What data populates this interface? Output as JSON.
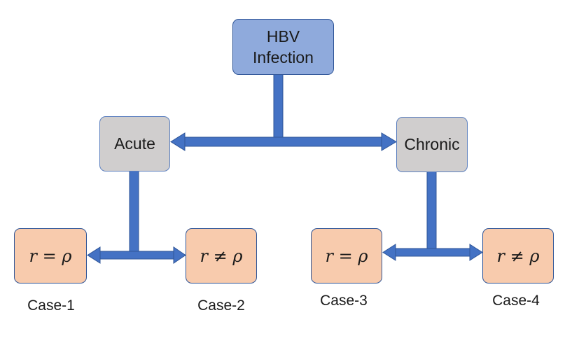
{
  "nodes": {
    "root": {
      "line1": "HBV",
      "line2": "Infection"
    },
    "acute": "Acute",
    "chronic": "Chronic"
  },
  "cases": [
    {
      "label": "Case-1",
      "formula": "r = ρ"
    },
    {
      "label": "Case-2",
      "formula": "r ≠ ρ"
    },
    {
      "label": "Case-3",
      "formula": "r = ρ"
    },
    {
      "label": "Case-4",
      "formula": "r ≠ ρ"
    }
  ],
  "colors": {
    "connector": "#4472c4",
    "connector_stroke": "#2f5597",
    "root_fill": "#8faadc",
    "category_fill": "#d0cece",
    "case_fill": "#f8cbad"
  }
}
